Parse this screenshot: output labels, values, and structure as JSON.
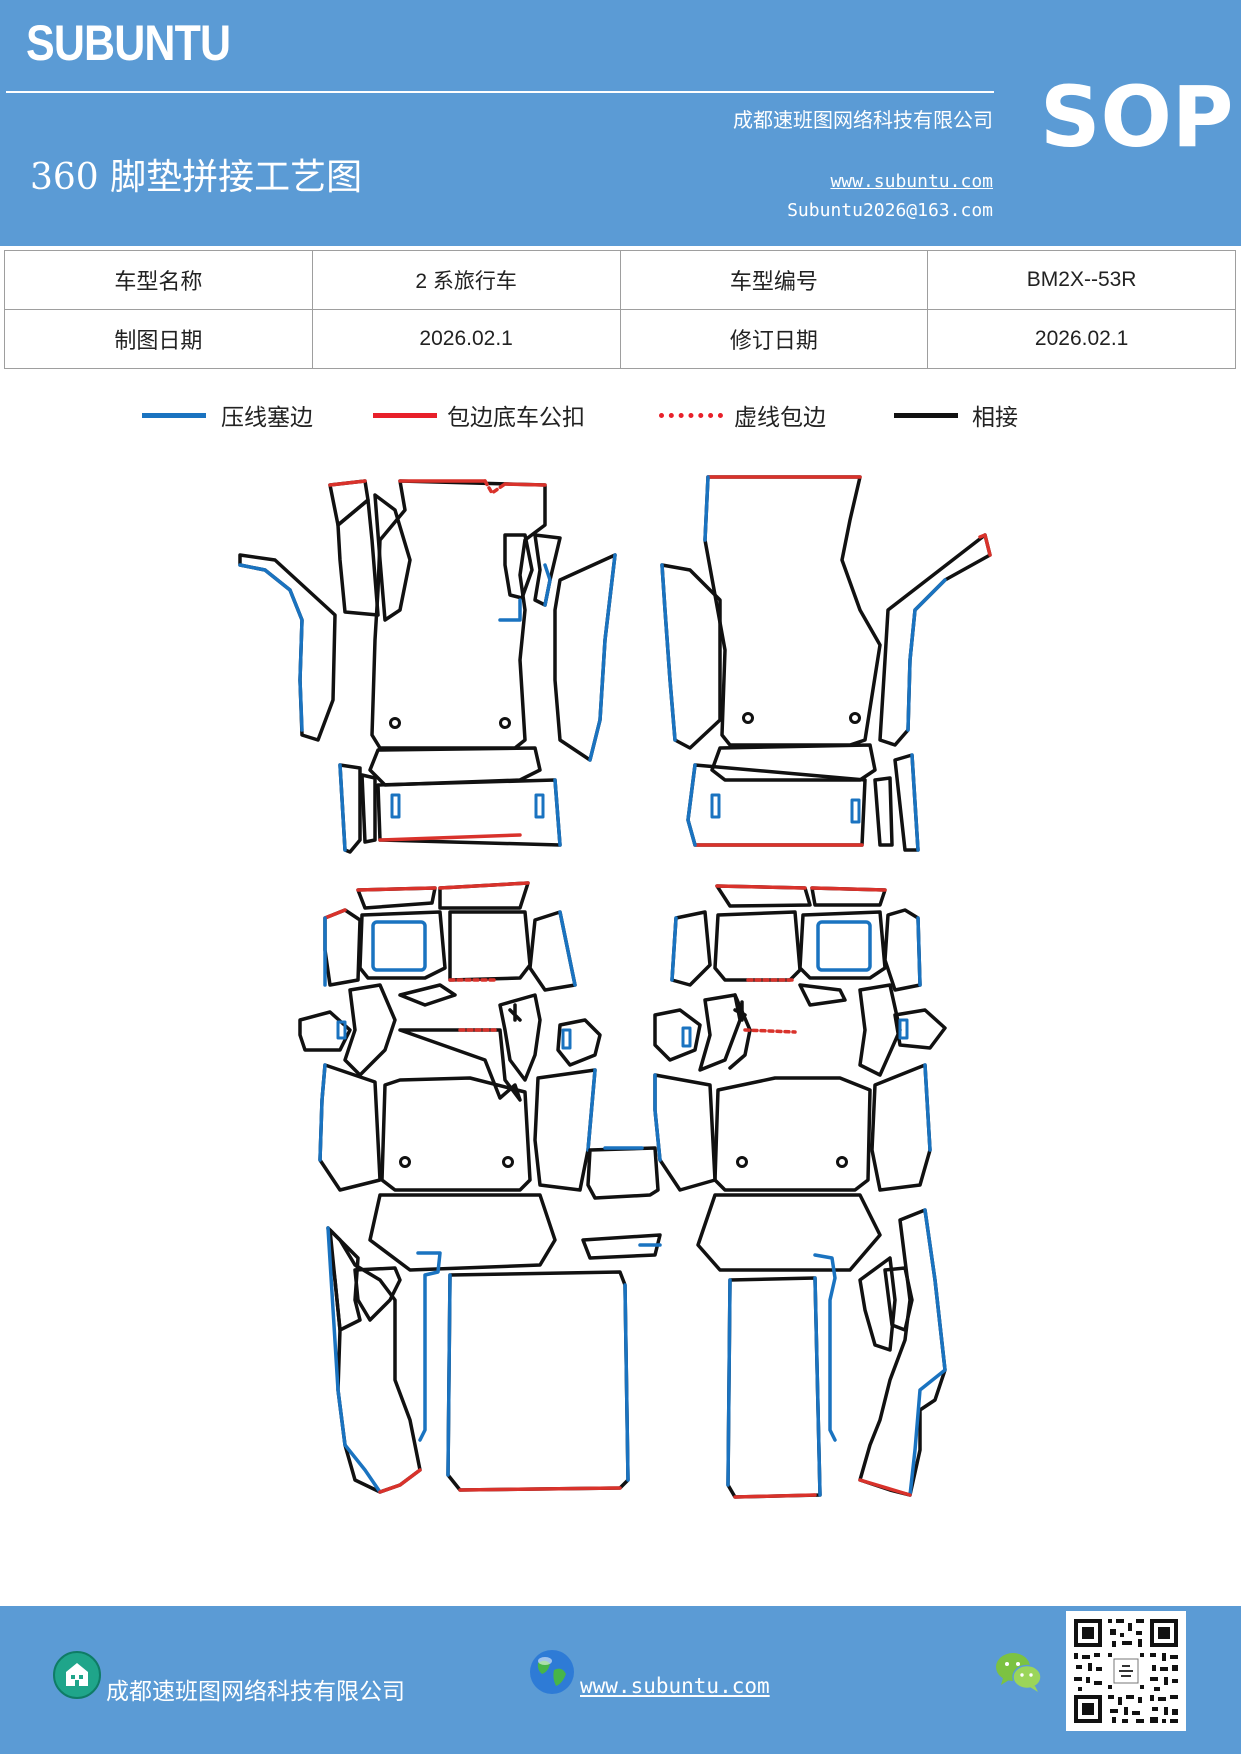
{
  "header": {
    "brand": "SUBUNTU",
    "company": "成都速班图网络科技有限公司",
    "title": "360 脚垫拼接工艺图",
    "url": "www.subuntu.com",
    "email": "Subuntu2026@163.com",
    "badge": "SOP"
  },
  "info": {
    "row1": {
      "label1": "车型名称",
      "value1": "2 系旅行车",
      "label2": "车型编号",
      "value2": "BM2X--53R"
    },
    "row2": {
      "label1": "制图日期",
      "value1": "2026.02.1",
      "label2": "修订日期",
      "value2": "2026.02.1"
    }
  },
  "legend": {
    "items": [
      {
        "label": "压线塞边",
        "color": "#1a73c0",
        "style": "solid"
      },
      {
        "label": "包边底车公扣",
        "color": "#e8202a",
        "style": "solid"
      },
      {
        "label": "虚线包边",
        "color": "#e8202a",
        "style": "dotted"
      },
      {
        "label": "相接",
        "color": "#111111",
        "style": "solid"
      }
    ]
  },
  "footer": {
    "company": "成都速班图网络科技有限公司",
    "url": "www.subuntu.com",
    "icons": [
      "building-icon",
      "globe-icon",
      "wechat-icon",
      "qr-code"
    ]
  }
}
